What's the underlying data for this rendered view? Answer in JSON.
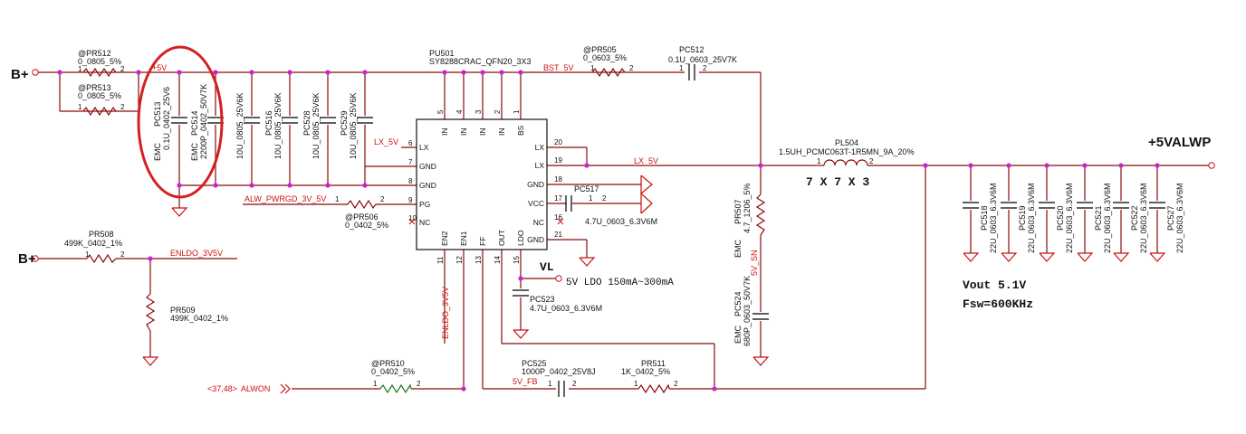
{
  "nets": {
    "bplus_top": "B+",
    "bplus_bottom": "B+",
    "b5v": "+5V",
    "bst5v": "BST_5V",
    "lx5v_left": "LX_5V",
    "lx5v_right": "LX_5V",
    "alw_pwrgd": "ALW_PWRGD_3V_5V",
    "enldo_3v5v": "ENLDO_3V5V",
    "enldo_vertical": "ENLDO_3V5V",
    "five_v_sn": "5V_SN",
    "five_v_fb": "5V_FB",
    "alwon_ref": "<37,48>",
    "alwon": "ALWON",
    "vl": "VL",
    "vout_rail": "+5VALWP"
  },
  "ic": {
    "ref": "PU501",
    "part": "SY8288CRAC_QFN20_3X3",
    "left_pins": [
      {
        "num": "6",
        "name": "LX"
      },
      {
        "num": "7",
        "name": "GND"
      },
      {
        "num": "8",
        "name": "GND"
      },
      {
        "num": "9",
        "name": "PG"
      },
      {
        "num": "10",
        "name": "NC"
      }
    ],
    "top_pins": [
      {
        "num": "5",
        "name": "IN"
      },
      {
        "num": "4",
        "name": "IN"
      },
      {
        "num": "3",
        "name": "IN"
      },
      {
        "num": "2",
        "name": "IN"
      },
      {
        "num": "1",
        "name": "BS"
      }
    ],
    "right_pins": [
      {
        "num": "20",
        "name": "LX"
      },
      {
        "num": "19",
        "name": "LX"
      },
      {
        "num": "18",
        "name": "GND"
      },
      {
        "num": "17",
        "name": "VCC"
      },
      {
        "num": "16",
        "name": "NC"
      },
      {
        "num": "21",
        "name": "GND"
      }
    ],
    "bottom_pins": [
      {
        "num": "11",
        "name": "EN2"
      },
      {
        "num": "12",
        "name": "EN1"
      },
      {
        "num": "13",
        "name": "FF"
      },
      {
        "num": "14",
        "name": "OUT"
      },
      {
        "num": "15",
        "name": "LDO"
      }
    ]
  },
  "resistors": {
    "pr512": {
      "ref": "@PR512",
      "value": "0_0805_5%"
    },
    "pr513": {
      "ref": "@PR513",
      "value": "0_0805_5%"
    },
    "pr505": {
      "ref": "@PR505",
      "value": "0_0603_5%"
    },
    "pr506": {
      "ref": "@PR506",
      "value": "0_0402_5%"
    },
    "pr508": {
      "ref": "PR508",
      "value": "499K_0402_1%"
    },
    "pr509": {
      "ref": "PR509",
      "value": "499K_0402_1%"
    },
    "pr510": {
      "ref": "@PR510",
      "value": "0_0402_5%"
    },
    "pr511": {
      "ref": "PR511",
      "value": "1K_0402_5%"
    },
    "pr507": {
      "ref": "PR507",
      "value": "4.7_1206_5%",
      "emc": "EMC"
    }
  },
  "capacitors": {
    "pc512": {
      "ref": "PC512",
      "value": "0.1U_0603_25V7K"
    },
    "pc513": {
      "ref": "PC513",
      "value": "0.1U_0402_25V6",
      "emc": "EMC"
    },
    "pc514": {
      "ref": "PC514",
      "value": "2200P_0402_50V7K",
      "emc": "EMC"
    },
    "pc515": {
      "ref": "",
      "value": "10U_0805_25V6K"
    },
    "pc516": {
      "ref": "PC516",
      "value": "10U_0805_25V6K"
    },
    "pc528": {
      "ref": "PC528",
      "value": "10U_0805_25V6K"
    },
    "pc529": {
      "ref": "PC529",
      "value": "10U_0805_25V6K"
    },
    "pc517": {
      "ref": "PC517",
      "value": "4.7U_0603_6.3V6M"
    },
    "pc523": {
      "ref": "PC523",
      "value": "4.7U_0603_6.3V6M"
    },
    "pc524": {
      "ref": "PC524",
      "value": "680P_0603_50V7K",
      "emc": "EMC"
    },
    "pc525": {
      "ref": "PC525",
      "value": "1000P_0402_25V8J"
    },
    "outputs": [
      {
        "ref": "PC518",
        "value": "22U_0603_6.3V6M"
      },
      {
        "ref": "PC519",
        "value": "22U_0603_6.3V6M"
      },
      {
        "ref": "PC520",
        "value": "22U_0603_6.3V6M"
      },
      {
        "ref": "PC521",
        "value": "22U_0603_6.3V6M"
      },
      {
        "ref": "PC522",
        "value": "22U_0603_6.3V6M"
      },
      {
        "ref": "PC527",
        "value": "22U_0603_6.3V6M"
      }
    ]
  },
  "inductor": {
    "ref": "PL504",
    "value": "1.5UH_PCMC063T-1R5MN_9A_20%",
    "size": "7 X 7 X 3"
  },
  "notes": {
    "ldo": "5V LDO 150mA~300mA",
    "vout": "Vout 5.1V",
    "fsw": "Fsw=600KHz"
  },
  "pin_numbers": {
    "one": "1",
    "two": "2"
  },
  "colors": {
    "wire": "#8b0a0a",
    "junction": "#cc22cc",
    "ground": "#cc1111",
    "highlight_ellipse": "#d42020"
  }
}
